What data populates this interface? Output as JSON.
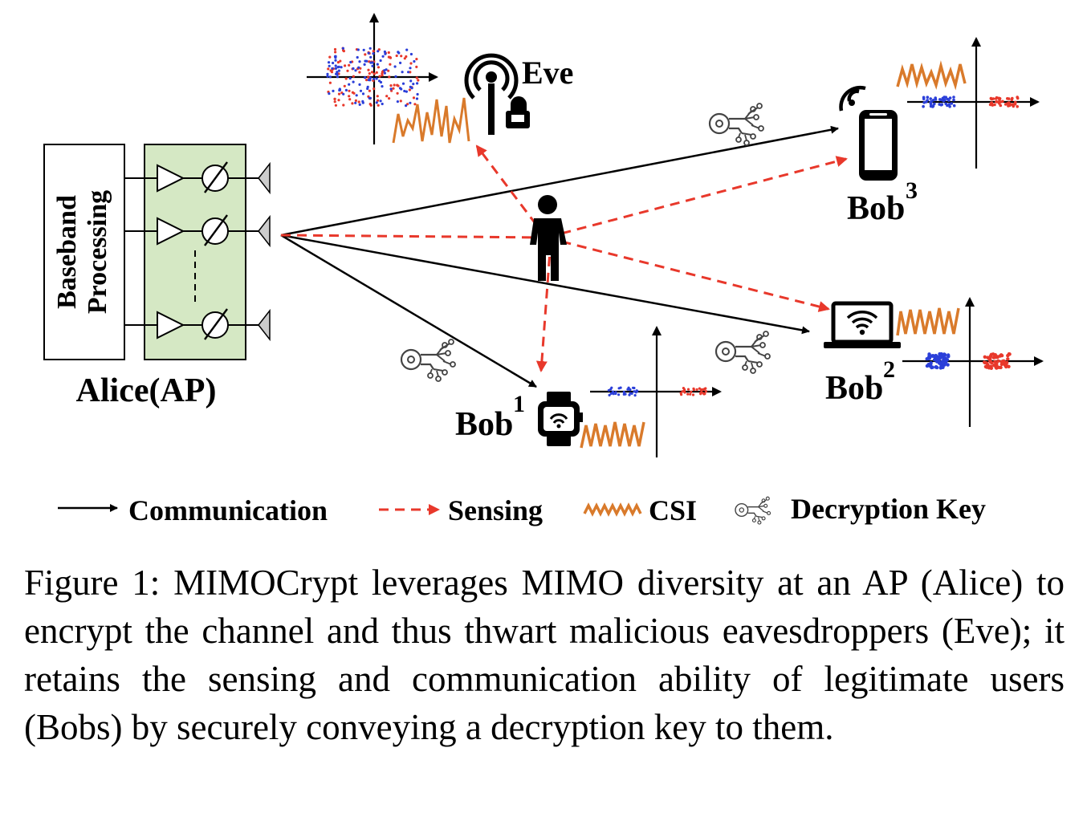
{
  "labels": {
    "baseband": "Baseband",
    "processing": "Processing",
    "alice": "Alice(AP)",
    "eve": "Eve",
    "bob": "Bob",
    "bob1_sup": "1",
    "bob2_sup": "2",
    "bob3_sup": "3"
  },
  "legend": {
    "communication": "Communication",
    "sensing": "Sensing",
    "csi": "CSI",
    "key": "Decryption Key"
  },
  "caption": {
    "prefix": "Figure 1: ",
    "mimo": "MIMO",
    "rest": "Crypt leverages MIMO diversity at an AP (Alice) to encrypt the channel and thus thwart malicious eavesdroppers (Eve); it retains the sensing and communication ability of legitimate users (Bobs) by securely conveying a decryption key to them."
  },
  "colors": {
    "communication": "#000000",
    "sensing": "#e8382b",
    "csi": "#d97a2b",
    "constellation_red": "#e8382b",
    "constellation_blue": "#2b3fd9",
    "rf_chain_fill": "#d5e8c4"
  },
  "icons": {
    "eve": "antenna-tower-hacker-icon",
    "bob1": "smartwatch-icon",
    "bob2": "laptop-icon",
    "bob3": "smartphone-icon",
    "person": "person-icon",
    "key": "digital-key-icon"
  }
}
